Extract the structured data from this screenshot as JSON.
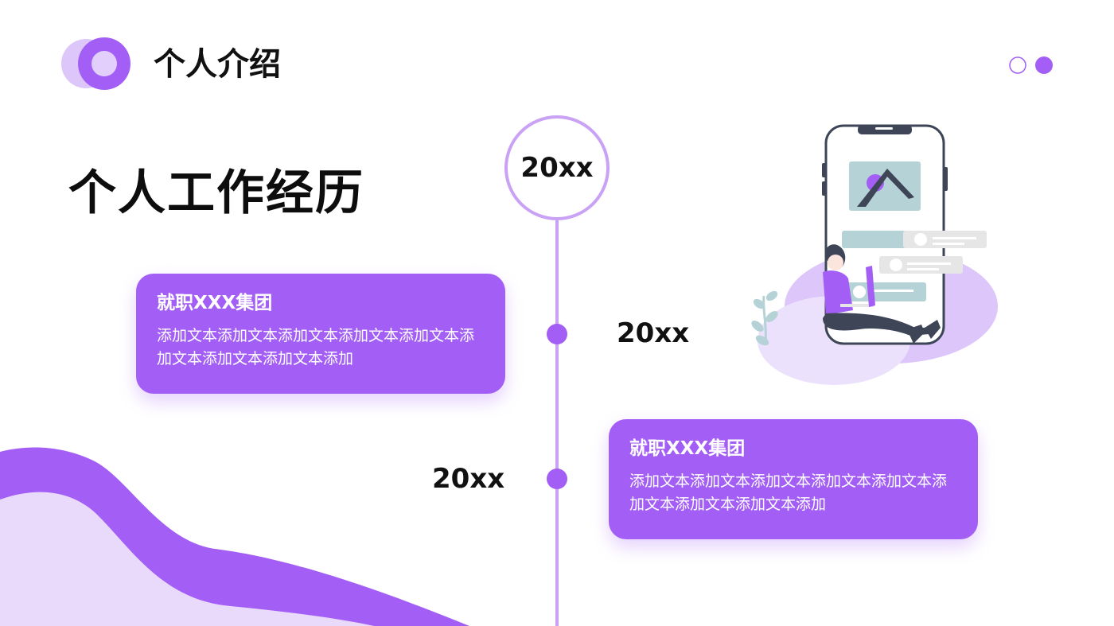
{
  "header": {
    "title": "个人介绍"
  },
  "main": {
    "title": "个人工作经历"
  },
  "timeline": {
    "top_year": "20xx",
    "entries": [
      {
        "year": "20xx",
        "card_title": "就职XXX集团",
        "card_text": "添加文本添加文本添加文本添加文本添加文本添加文本添加文本添加文本添加"
      },
      {
        "year": "20xx",
        "card_title": "就职XXX集团",
        "card_text": "添加文本添加文本添加文本添加文本添加文本添加文本添加文本添加文本添加"
      }
    ]
  },
  "colors": {
    "accent": "#a35ff5",
    "accent_light": "#e8d6fb",
    "line": "#c9a2f6",
    "teal": "#b5d2d6",
    "dark": "#3d4556"
  },
  "icons": {
    "logo": "ring-logo-icon",
    "page_dots": "page-indicator-dots-icon",
    "illustration": "person-with-phone-illustration"
  }
}
